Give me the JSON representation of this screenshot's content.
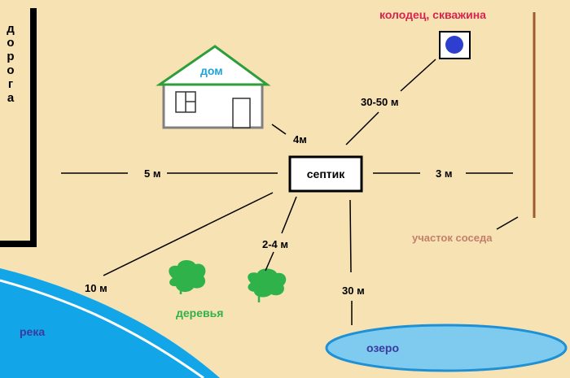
{
  "labels": {
    "road": "дорога",
    "house": "дом",
    "well": "колодец, скважина",
    "septic": "септик",
    "neighbor": "участок соседа",
    "trees": "деревья",
    "river": "река",
    "lake": "озеро"
  },
  "distances": {
    "house": "4м",
    "road": "5 м",
    "well": "30-50 м",
    "neighbor": "3 м",
    "trees": "2-4 м",
    "river": "10 м",
    "lake": "30 м"
  },
  "colors": {
    "background": "#f7e2b4",
    "roof": "#2f9e3a",
    "water": "#12a6e8",
    "lake_fill": "#7ecbef",
    "tree": "#2fb24a",
    "well_dot": "#2e3fcf",
    "neighbor_line": "#a05a2c",
    "well_label": "#d6244f",
    "house_label": "#1fa3d8",
    "neighbor_label": "#c47f6a",
    "trees_label": "#2fb24a",
    "river_label": "#3a3aa0",
    "lake_label": "#3a3aa0"
  }
}
